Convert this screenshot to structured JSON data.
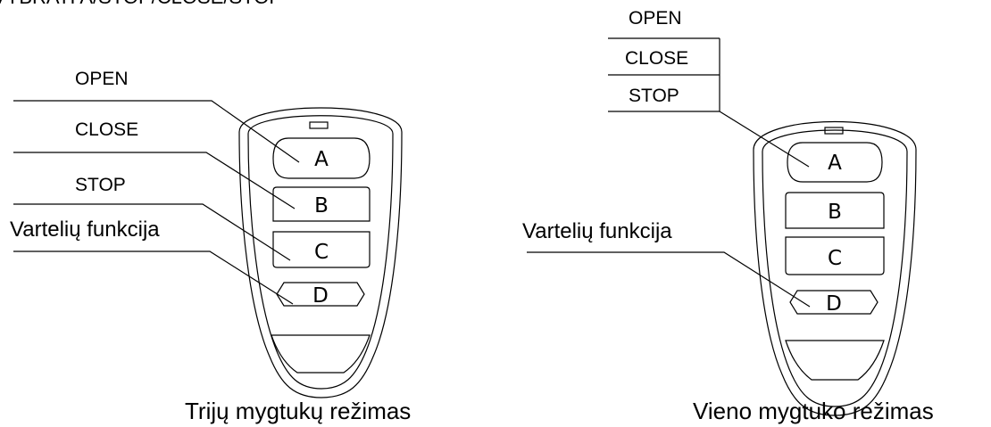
{
  "header_cut": "VYBRATI A/STOP/CLOSE/STOP",
  "left": {
    "callouts": {
      "open": "OPEN",
      "close": "CLOSE",
      "stop": "STOP",
      "gate": "Vartelių funkcija"
    },
    "buttons": {
      "a": "A",
      "b": "B",
      "c": "C",
      "d": "D"
    },
    "caption": "Trijų mygtukų režimas"
  },
  "right": {
    "callouts": {
      "open": "OPEN",
      "close": "CLOSE",
      "stop": "STOP",
      "gate": "Vartelių funkcija"
    },
    "buttons": {
      "a": "A",
      "b": "B",
      "c": "C",
      "d": "D"
    },
    "caption": "Vieno mygtuko režimas"
  },
  "colors": {
    "ink": "#000000",
    "background": "#ffffff"
  }
}
